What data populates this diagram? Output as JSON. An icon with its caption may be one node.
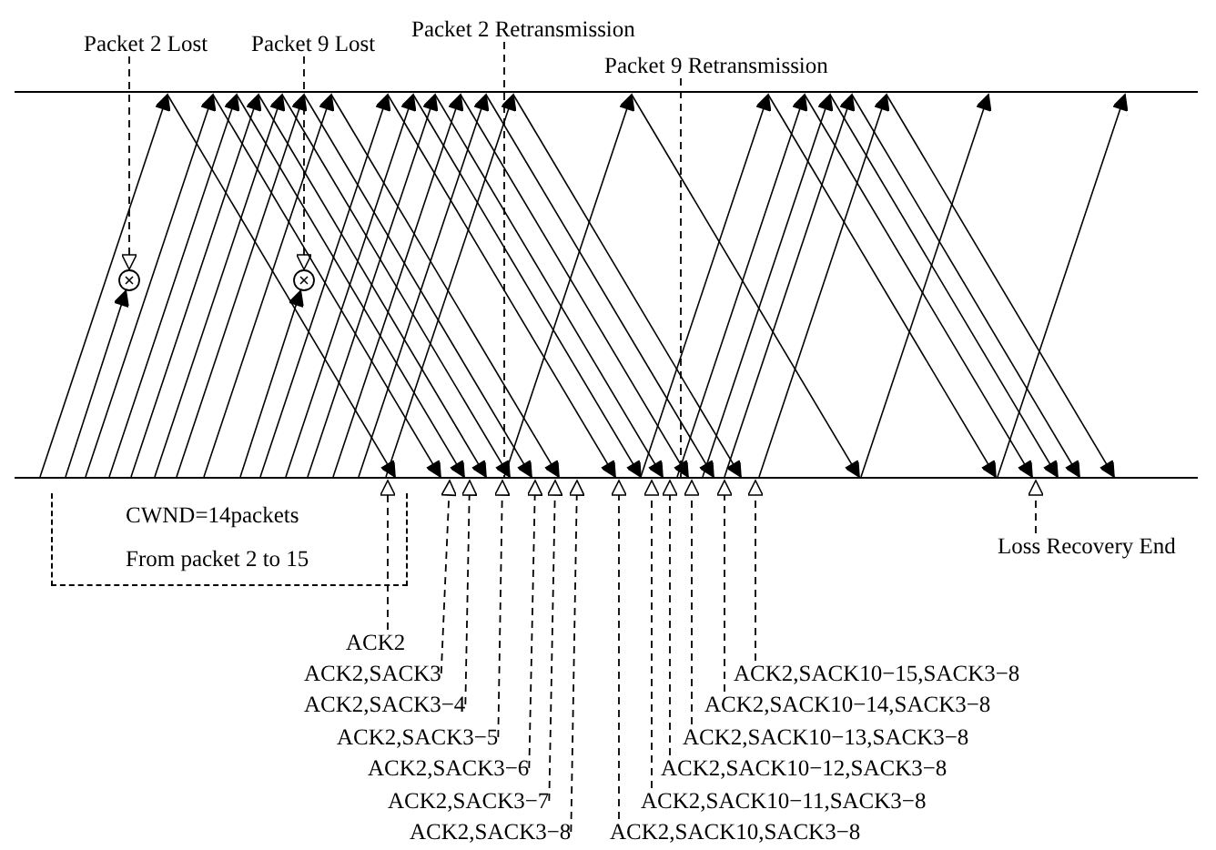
{
  "diagram": {
    "nodes": [
      {
        "text": [
          "Packet 2 Lost"
        ]
      },
      {
        "text": [
          "Packet 9 Lost"
        ]
      },
      {
        "text": [
          "Packet 2 Retransmission"
        ]
      },
      {
        "text": [
          "Packet 9 Retransmission"
        ]
      },
      {
        "text": [],
        "shape": "circle"
      },
      {
        "text": [],
        "shape": "circle"
      },
      {
        "text": [
          "CWND=14packets",
          "From packet 2 to 15"
        ]
      },
      {
        "text": [
          "Loss Recovery End"
        ]
      },
      {
        "text": [
          "ACK2"
        ]
      },
      {
        "text": [
          "ACK2,SACK3"
        ]
      },
      {
        "text": [
          "ACK2,SACK3−4"
        ]
      },
      {
        "text": [
          "ACK2,SACK3−5"
        ]
      },
      {
        "text": [
          "ACK2,SACK3−6"
        ]
      },
      {
        "text": [
          "ACK2,SACK3−7"
        ]
      },
      {
        "text": [
          "ACK2,SACK3−8"
        ]
      },
      {
        "text": [
          "ACK2,SACK10−15,SACK3−8"
        ]
      },
      {
        "text": [
          "ACK2,SACK10−14,SACK3−8"
        ]
      },
      {
        "text": [
          "ACK2,SACK10−13,SACK3−8"
        ]
      },
      {
        "text": [
          "ACK2,SACK10−12,SACK3−8"
        ]
      },
      {
        "text": [
          "ACK2,SACK10−11,SACK3−8"
        ]
      },
      {
        "text": [
          "ACK2,SACK10,SACK3−8"
        ]
      },
      {
        "text": [],
        "shape": "bar"
      },
      {
        "text": [],
        "shape": "bar"
      }
    ],
    "edges": [
      {
        "from": 0,
        "to": 4,
        "arrow": "to",
        "style": "dashed"
      },
      {
        "from": 1,
        "to": 5,
        "arrow": "to",
        "style": "dashed"
      },
      {
        "from": 2,
        "to": 22,
        "arrow": "none",
        "style": "dashed"
      },
      {
        "from": 3,
        "to": 22,
        "arrow": "none",
        "style": "dashed"
      },
      {
        "from": 22,
        "to": 4,
        "arrow": "to"
      },
      {
        "from": 22,
        "to": 5,
        "arrow": "to"
      },
      {
        "from": 7,
        "to": 22,
        "arrow": "to",
        "style": "dashed"
      },
      {
        "from": 8,
        "to": 22,
        "arrow": "to",
        "style": "dashed"
      },
      {
        "from": 9,
        "to": 22,
        "arrow": "to",
        "style": "dashed"
      },
      {
        "from": 10,
        "to": 22,
        "arrow": "to",
        "style": "dashed"
      },
      {
        "from": 11,
        "to": 22,
        "arrow": "to",
        "style": "dashed"
      },
      {
        "from": 12,
        "to": 22,
        "arrow": "to",
        "style": "dashed"
      },
      {
        "from": 13,
        "to": 22,
        "arrow": "to",
        "style": "dashed"
      },
      {
        "from": 14,
        "to": 22,
        "arrow": "to",
        "style": "dashed"
      },
      {
        "from": 15,
        "to": 22,
        "arrow": "to",
        "style": "dashed"
      },
      {
        "from": 16,
        "to": 22,
        "arrow": "to",
        "style": "dashed"
      },
      {
        "from": 17,
        "to": 22,
        "arrow": "to",
        "style": "dashed"
      },
      {
        "from": 18,
        "to": 22,
        "arrow": "to",
        "style": "dashed"
      },
      {
        "from": 19,
        "to": 22,
        "arrow": "to",
        "style": "dashed"
      },
      {
        "from": 20,
        "to": 22,
        "arrow": "to",
        "style": "dashed"
      },
      {
        "from": 22,
        "to": 21,
        "arrow": "to"
      },
      {
        "from": 21,
        "to": 22,
        "arrow": "to"
      },
      {
        "from": 22,
        "to": 21,
        "arrow": "to"
      },
      {
        "from": 21,
        "to": 22,
        "arrow": "to"
      },
      {
        "from": 22,
        "to": 21,
        "arrow": "to"
      },
      {
        "from": 21,
        "to": 22,
        "arrow": "to"
      },
      {
        "from": 22,
        "to": 21,
        "arrow": "to"
      },
      {
        "from": 21,
        "to": 22,
        "arrow": "to"
      },
      {
        "from": 22,
        "to": 21,
        "arrow": "to"
      },
      {
        "from": 21,
        "to": 22,
        "arrow": "to"
      },
      {
        "from": 22,
        "to": 21,
        "arrow": "to"
      },
      {
        "from": 21,
        "to": 22,
        "arrow": "to"
      },
      {
        "from": 22,
        "to": 21,
        "arrow": "to"
      },
      {
        "from": 21,
        "to": 22,
        "arrow": "to"
      },
      {
        "from": 22,
        "to": 21,
        "arrow": "to"
      },
      {
        "from": 21,
        "to": 22,
        "arrow": "to"
      },
      {
        "from": 22,
        "to": 21,
        "arrow": "to"
      },
      {
        "from": 21,
        "to": 22,
        "arrow": "to"
      },
      {
        "from": 22,
        "to": 21,
        "arrow": "to"
      },
      {
        "from": 21,
        "to": 22,
        "arrow": "to"
      },
      {
        "from": 22,
        "to": 21,
        "arrow": "to"
      },
      {
        "from": 21,
        "to": 22,
        "arrow": "to"
      },
      {
        "from": 22,
        "to": 21,
        "arrow": "to"
      },
      {
        "from": 21,
        "to": 22,
        "arrow": "to"
      },
      {
        "from": 22,
        "to": 21,
        "arrow": "to"
      },
      {
        "from": 21,
        "to": 22,
        "arrow": "to"
      },
      {
        "from": 22,
        "to": 21,
        "arrow": "to"
      },
      {
        "from": 21,
        "to": 22,
        "arrow": "to"
      },
      {
        "from": 22,
        "to": 21,
        "arrow": "to"
      },
      {
        "from": 21,
        "to": 22,
        "arrow": "to"
      },
      {
        "from": 22,
        "to": 21,
        "arrow": "to"
      },
      {
        "from": 21,
        "to": 22,
        "arrow": "to"
      },
      {
        "from": 22,
        "to": 21,
        "arrow": "to"
      },
      {
        "from": 21,
        "to": 22,
        "arrow": "to"
      },
      {
        "from": 22,
        "to": 21,
        "arrow": "to"
      },
      {
        "from": 21,
        "to": 22,
        "arrow": "to"
      },
      {
        "from": 22,
        "to": 21,
        "arrow": "to"
      },
      {
        "from": 21,
        "to": 22,
        "arrow": "to"
      },
      {
        "from": 22,
        "to": 21,
        "arrow": "to"
      },
      {
        "from": 22,
        "to": 21,
        "arrow": "to"
      }
    ]
  }
}
